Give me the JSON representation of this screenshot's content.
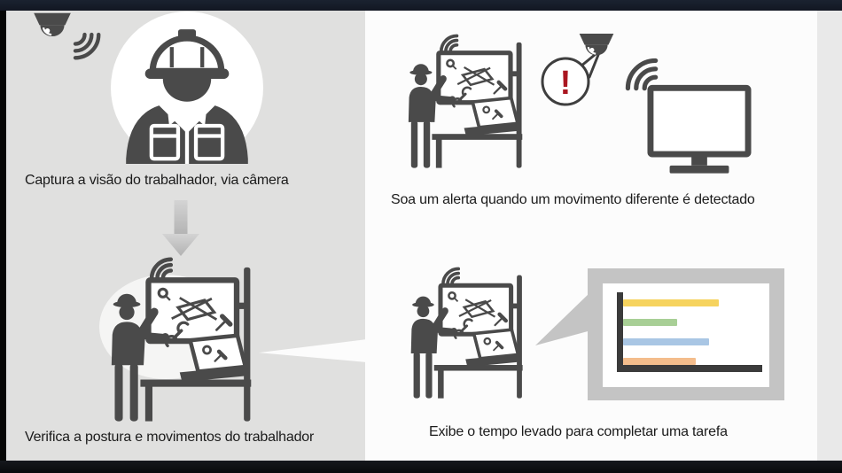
{
  "colors": {
    "top_bar": "#151b25",
    "bottom_bar": "#0b0d10",
    "left_panel_bg": "#e0e0df",
    "right_panel_bg": "#fcfcfc",
    "icon_dark": "#4a4a4a",
    "alert_red": "#aa1620",
    "callout_gray": "#c4c4c4"
  },
  "icons": {
    "dome_camera": "surveillance-dome-camera",
    "wifi": "wireless-signal-waves",
    "worker_avatar": "construction-worker-bust-in-circle",
    "workstation": "worker-at-workbench-with-monitor-and-laptop",
    "monitor": "desktop-monitor",
    "alert_bubble": "speech-bubble-exclamation",
    "down_arrow": "down-arrow",
    "chart_callout": "bar-chart-callout"
  },
  "steps": {
    "capture": {
      "caption": "Captura a visão do trabalhador, via câmera"
    },
    "verify": {
      "caption": "Verifica a postura e movimentos do trabalhador"
    },
    "alert": {
      "caption": "Soa um alerta quando um movimento diferente é detectado",
      "symbol": "!"
    },
    "report": {
      "caption": "Exibe o tempo levado para completar uma tarefa"
    }
  },
  "chart_data": {
    "type": "bar",
    "orientation": "horizontal",
    "title": "",
    "categories": [
      "bar-1",
      "bar-2",
      "bar-3",
      "bar-4"
    ],
    "values": [
      69,
      39,
      62,
      52
    ],
    "value_units": "percent-of-x-axis (bars unlabeled in illustration)",
    "colors": [
      "#f6d35e",
      "#a8cf96",
      "#a9c6e4",
      "#f4bd8c"
    ],
    "xlabel": "",
    "ylabel": "",
    "grid": false,
    "legend": false
  }
}
